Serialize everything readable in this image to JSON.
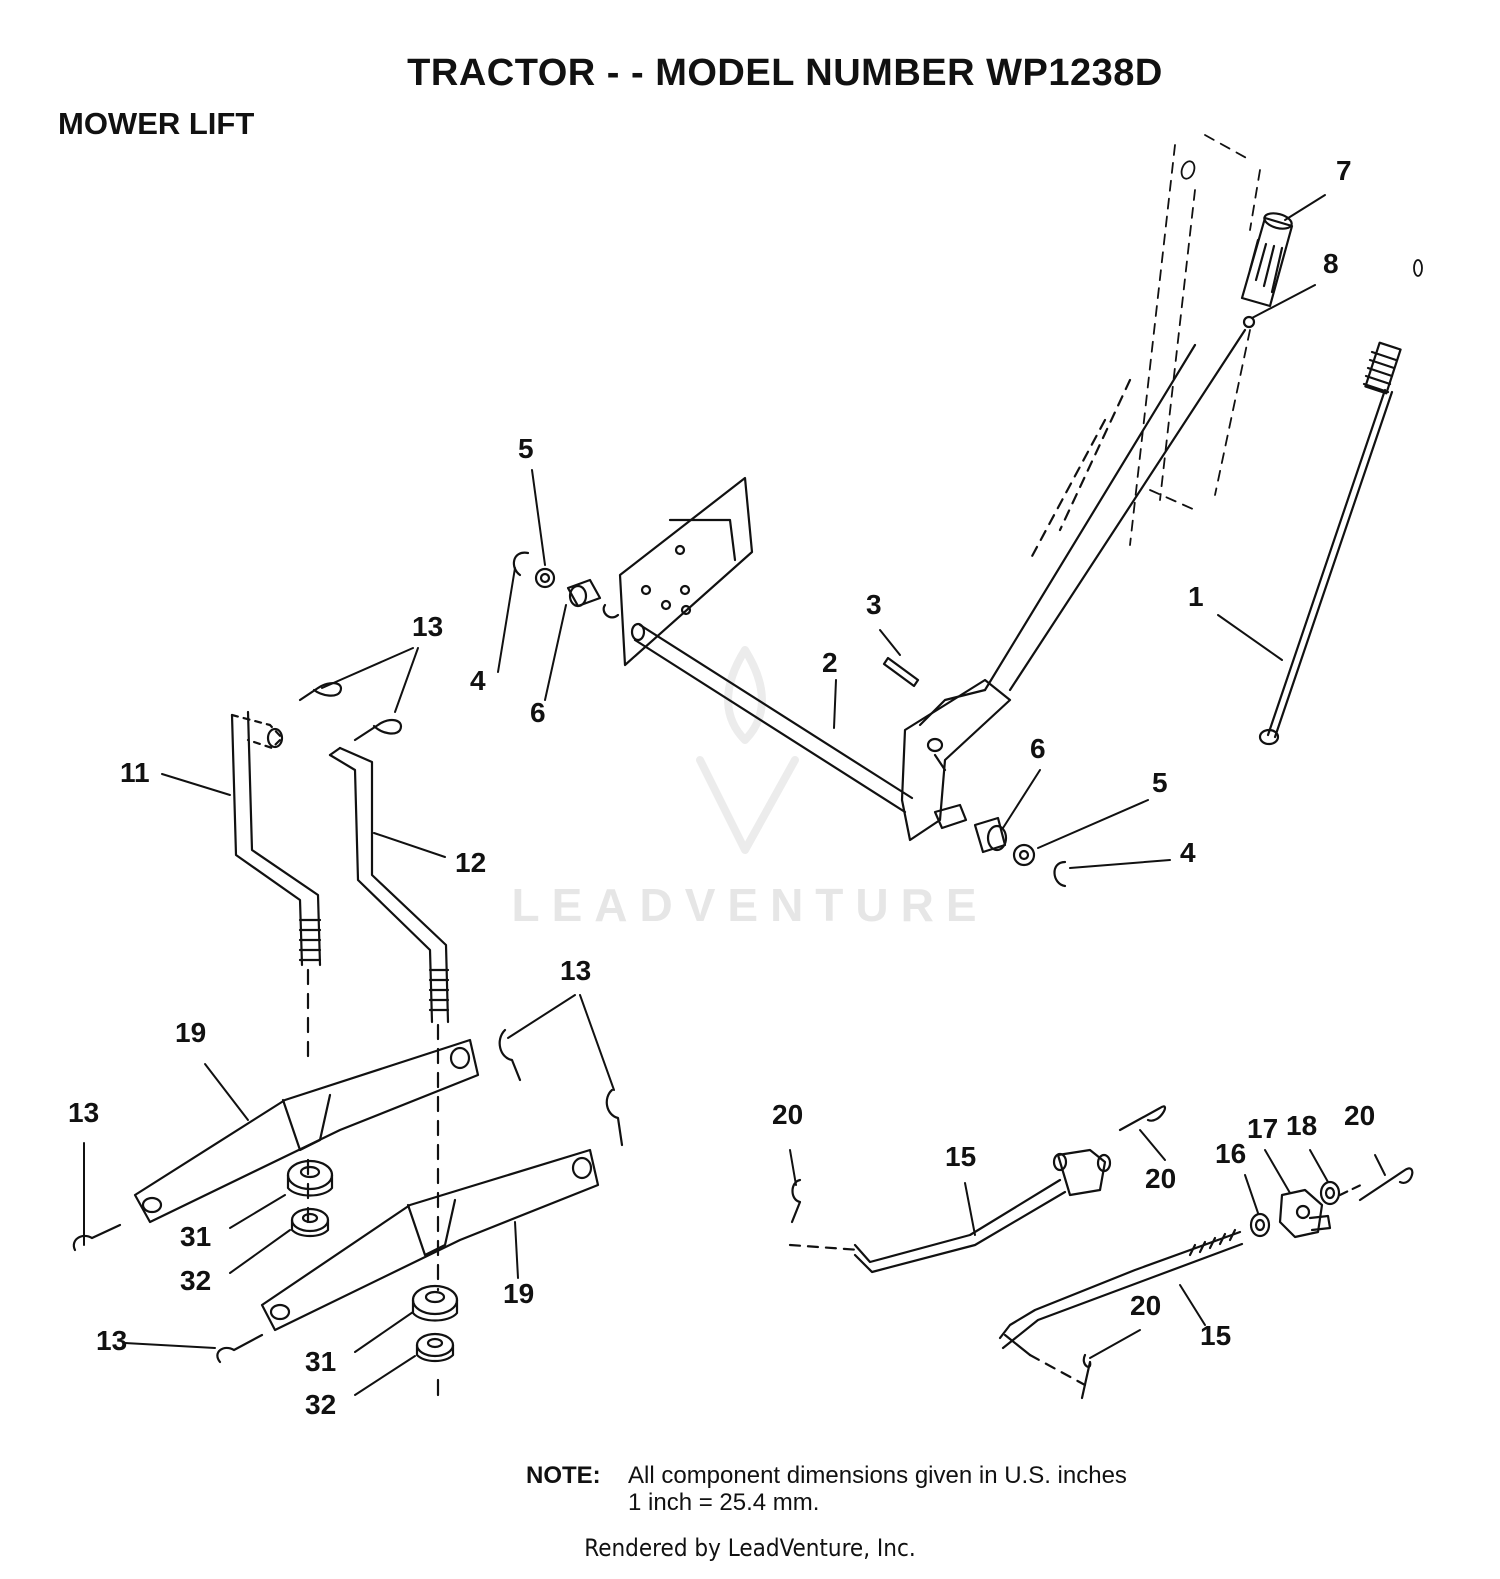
{
  "header": {
    "title": "TRACTOR - - MODEL NUMBER WP1238D",
    "subtitle": "MOWER LIFT"
  },
  "watermark": "LEADVENTURE",
  "note": {
    "label": "NOTE:",
    "line1": "All component dimensions given in U.S. inches",
    "line2": "1 inch = 25.4 mm."
  },
  "footer": "Rendered by LeadVenture, Inc.",
  "callouts": {
    "c1": "1",
    "c2": "2",
    "c3": "3",
    "c4a": "4",
    "c4b": "4",
    "c5a": "5",
    "c5b": "5",
    "c6a": "6",
    "c6b": "6",
    "c7": "7",
    "c8": "8",
    "c11": "11",
    "c12": "12",
    "c13a": "13",
    "c13b": "13",
    "c13c": "13",
    "c13d": "13",
    "c15a": "15",
    "c15b": "15",
    "c16": "16",
    "c17": "17",
    "c18": "18",
    "c19a": "19",
    "c19b": "19",
    "c20a": "20",
    "c20b": "20",
    "c20c": "20",
    "c20d": "20",
    "c31a": "31",
    "c31b": "31",
    "c32a": "32",
    "c32b": "32"
  }
}
